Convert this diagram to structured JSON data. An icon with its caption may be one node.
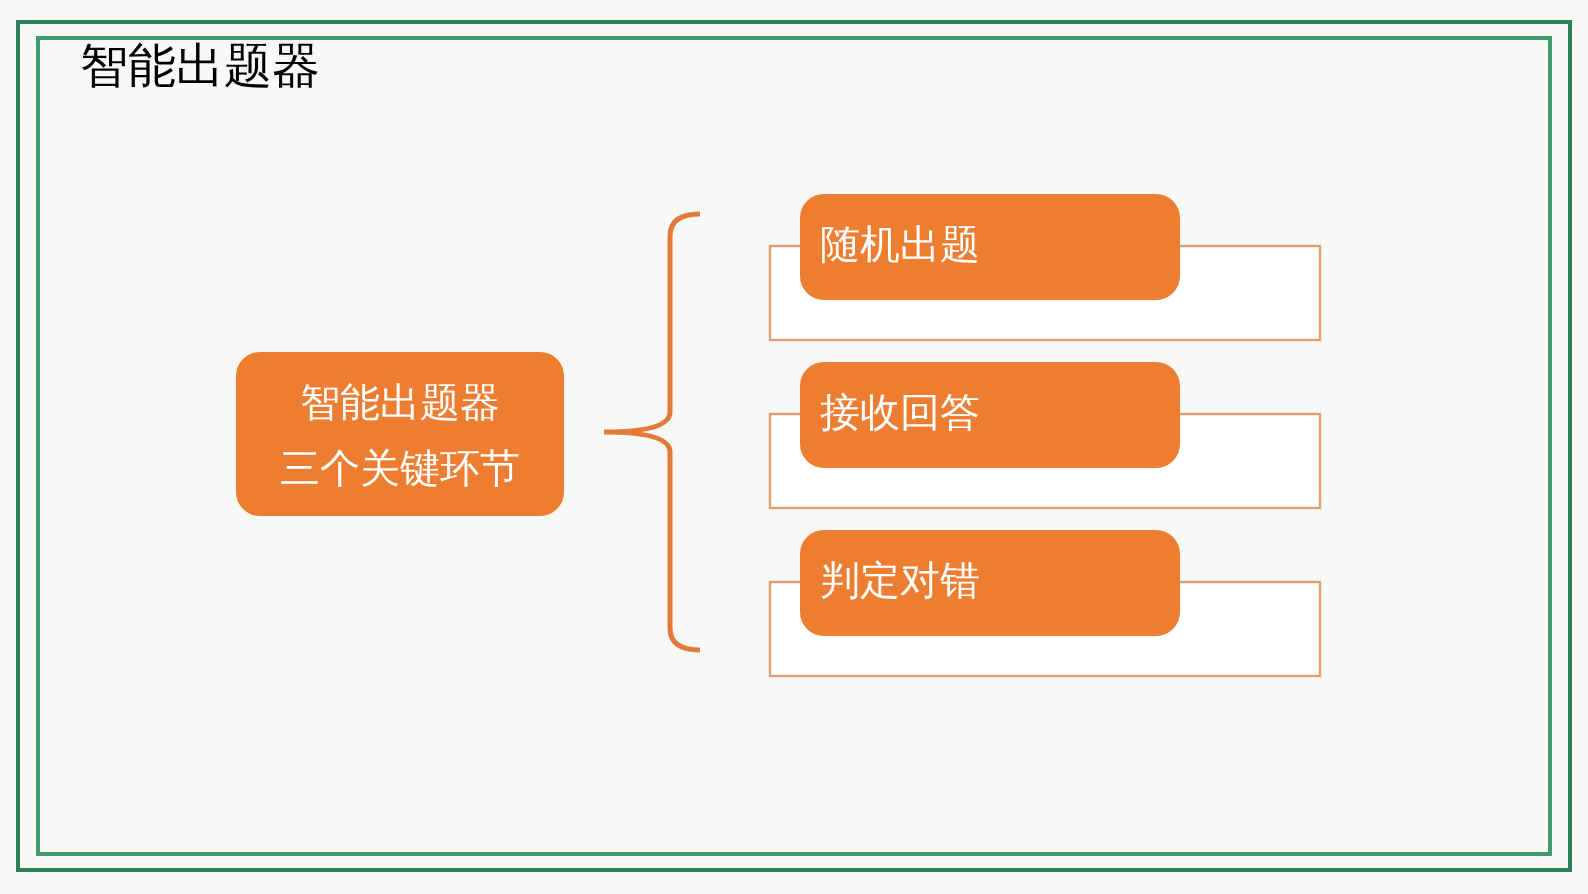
{
  "diagram": {
    "title": "智能出题器",
    "nodes": [
      {
        "text": [
          "智能出题器",
          "三个关键环节"
        ]
      },
      {
        "text": [
          "随机出题"
        ]
      },
      {
        "text": [
          "接收回答"
        ]
      },
      {
        "text": [
          "判定对错"
        ]
      }
    ]
  }
}
